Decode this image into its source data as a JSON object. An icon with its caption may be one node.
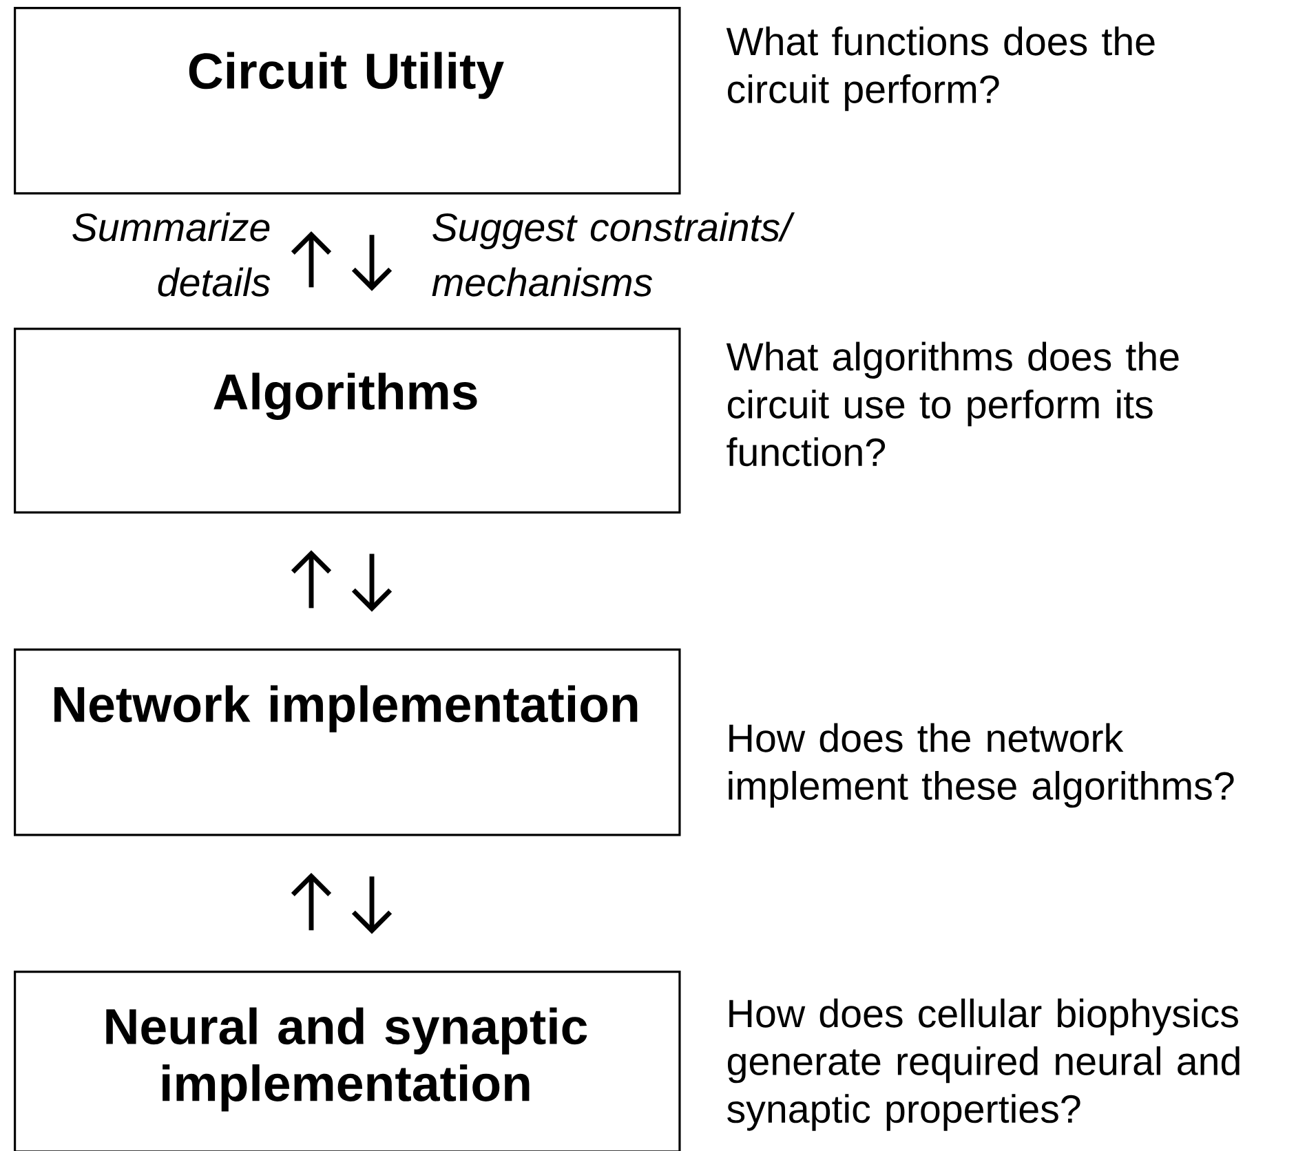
{
  "diagram": {
    "nodes": [
      {
        "text": [
          "Circuit Utility"
        ],
        "beside": [
          "What functions does the circuit perform?"
        ]
      },
      {
        "text": [
          "Algorithms"
        ],
        "beside": [
          "What algorithms does the circuit use to perform its function?"
        ]
      },
      {
        "text": [
          "Network implementation"
        ],
        "beside": [
          "How does the network implement these algorithms?"
        ]
      },
      {
        "text": [
          "Neural and synaptic implementation"
        ],
        "beside": [
          "How does cellular biophysics generate required neural and synaptic properties?"
        ]
      }
    ],
    "edges": [
      {
        "from": 1,
        "to": 0,
        "arrow": "to",
        "label": "Summarize details"
      },
      {
        "from": 0,
        "to": 1,
        "arrow": "to",
        "label": "Suggest constraints/ mechanisms"
      },
      {
        "from": 2,
        "to": 1,
        "arrow": "to"
      },
      {
        "from": 1,
        "to": 2,
        "arrow": "to"
      },
      {
        "from": 3,
        "to": 2,
        "arrow": "to"
      },
      {
        "from": 2,
        "to": 3,
        "arrow": "to"
      }
    ]
  }
}
